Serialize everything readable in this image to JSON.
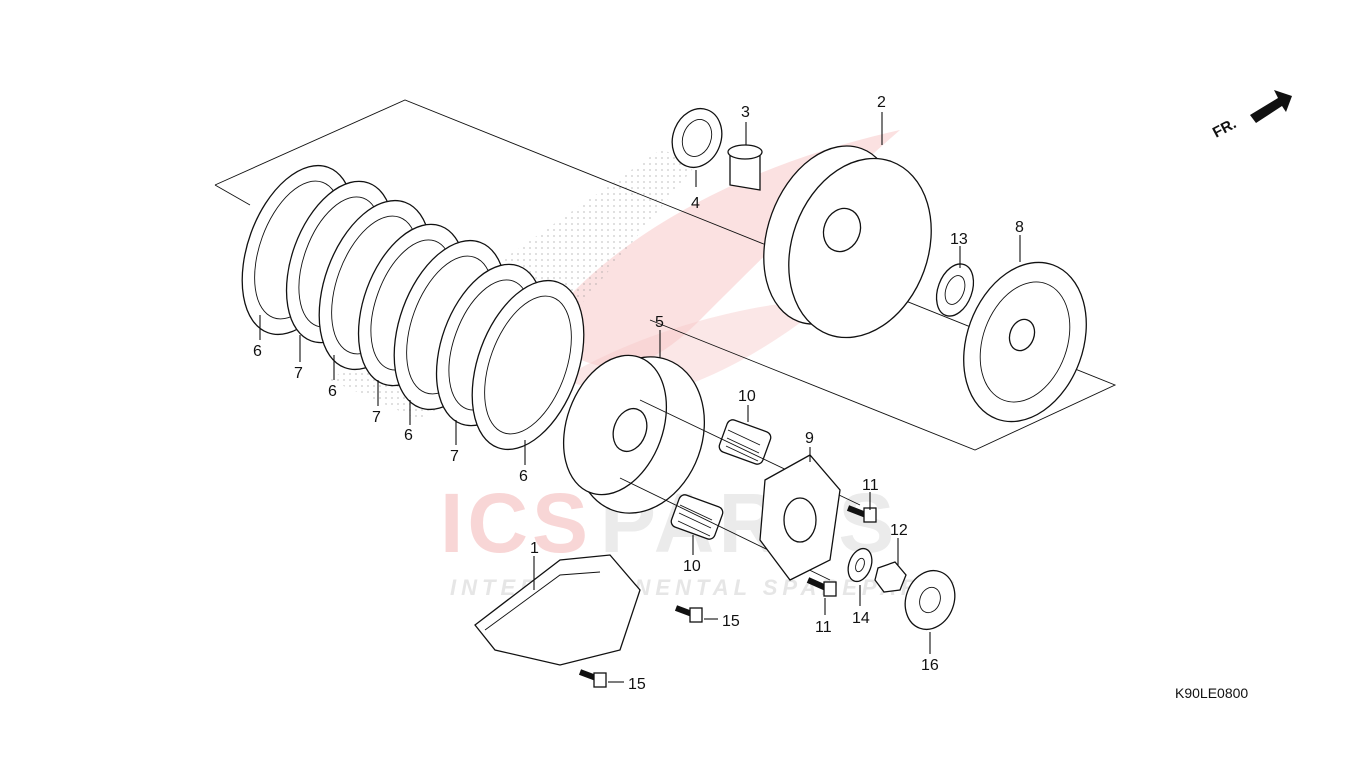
{
  "watermark": {
    "brand_left": "ICS",
    "brand_right": "PARTS",
    "tagline": "INTERCONTINENTAL SPAREPARTS",
    "color_accent": "#f4b7b7"
  },
  "diagram": {
    "code": "K90LE0800",
    "direction_label": "FR."
  },
  "callouts": {
    "c1": "1",
    "c2": "2",
    "c3": "3",
    "c4": "4",
    "c5": "5",
    "c6a": "6",
    "c6b": "6",
    "c6c": "6",
    "c6d": "6",
    "c7a": "7",
    "c7b": "7",
    "c7c": "7",
    "c8": "8",
    "c9": "9",
    "c10a": "10",
    "c10b": "10",
    "c11a": "11",
    "c11b": "11",
    "c12": "12",
    "c13": "13",
    "c14": "14",
    "c15a": "15",
    "c15b": "15",
    "c16": "16"
  }
}
